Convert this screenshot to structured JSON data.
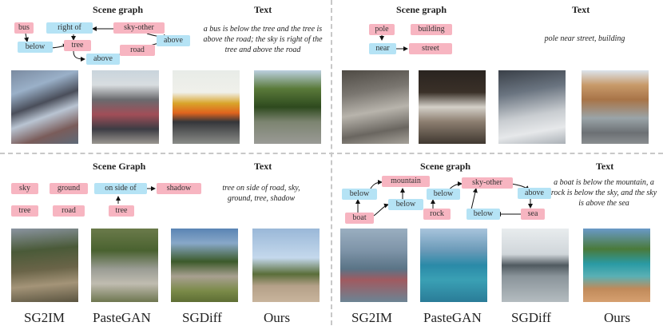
{
  "panels": {
    "tl": {
      "graph_title": "Scene graph",
      "text_title": "Text",
      "text": "a bus is below the tree and the tree is above the road; the sky is right of the tree and above the road",
      "nodes": {
        "bus": "bus",
        "right_of": "right of",
        "sky_other": "sky-other",
        "below": "below",
        "tree": "tree",
        "above1": "above",
        "above2": "above",
        "road": "road"
      }
    },
    "tr": {
      "graph_title": "Scene graph",
      "text_title": "Text",
      "text": "pole near street, building",
      "nodes": {
        "pole": "pole",
        "building": "building",
        "near": "near",
        "street": "street"
      }
    },
    "bl": {
      "graph_title": "Scene Graph",
      "text_title": "Text",
      "text": "tree on side of road, sky, ground, tree, shadow",
      "nodes": {
        "sky": "sky",
        "ground": "ground",
        "on_side_of": "on side of",
        "shadow": "shadow",
        "tree1": "tree",
        "road": "road",
        "tree2": "tree"
      }
    },
    "br": {
      "graph_title": "Scene graph",
      "text_title": "Text",
      "text": "a boat is below the mountain, a rock is below the sky, and the sky is above the sea",
      "nodes": {
        "mountain": "mountain",
        "sky_other": "sky-other",
        "below1": "below",
        "below2": "below",
        "above": "above",
        "below3": "below",
        "rock": "rock",
        "below4": "below",
        "sea": "sea",
        "boat": "boat"
      }
    }
  },
  "methods": [
    "SG2IM",
    "PasteGAN",
    "SGDiff",
    "Ours"
  ],
  "colors": {
    "object_node": "#f7b5c1",
    "relation_node": "#b5e3f5",
    "divider": "#c8c8c8"
  }
}
